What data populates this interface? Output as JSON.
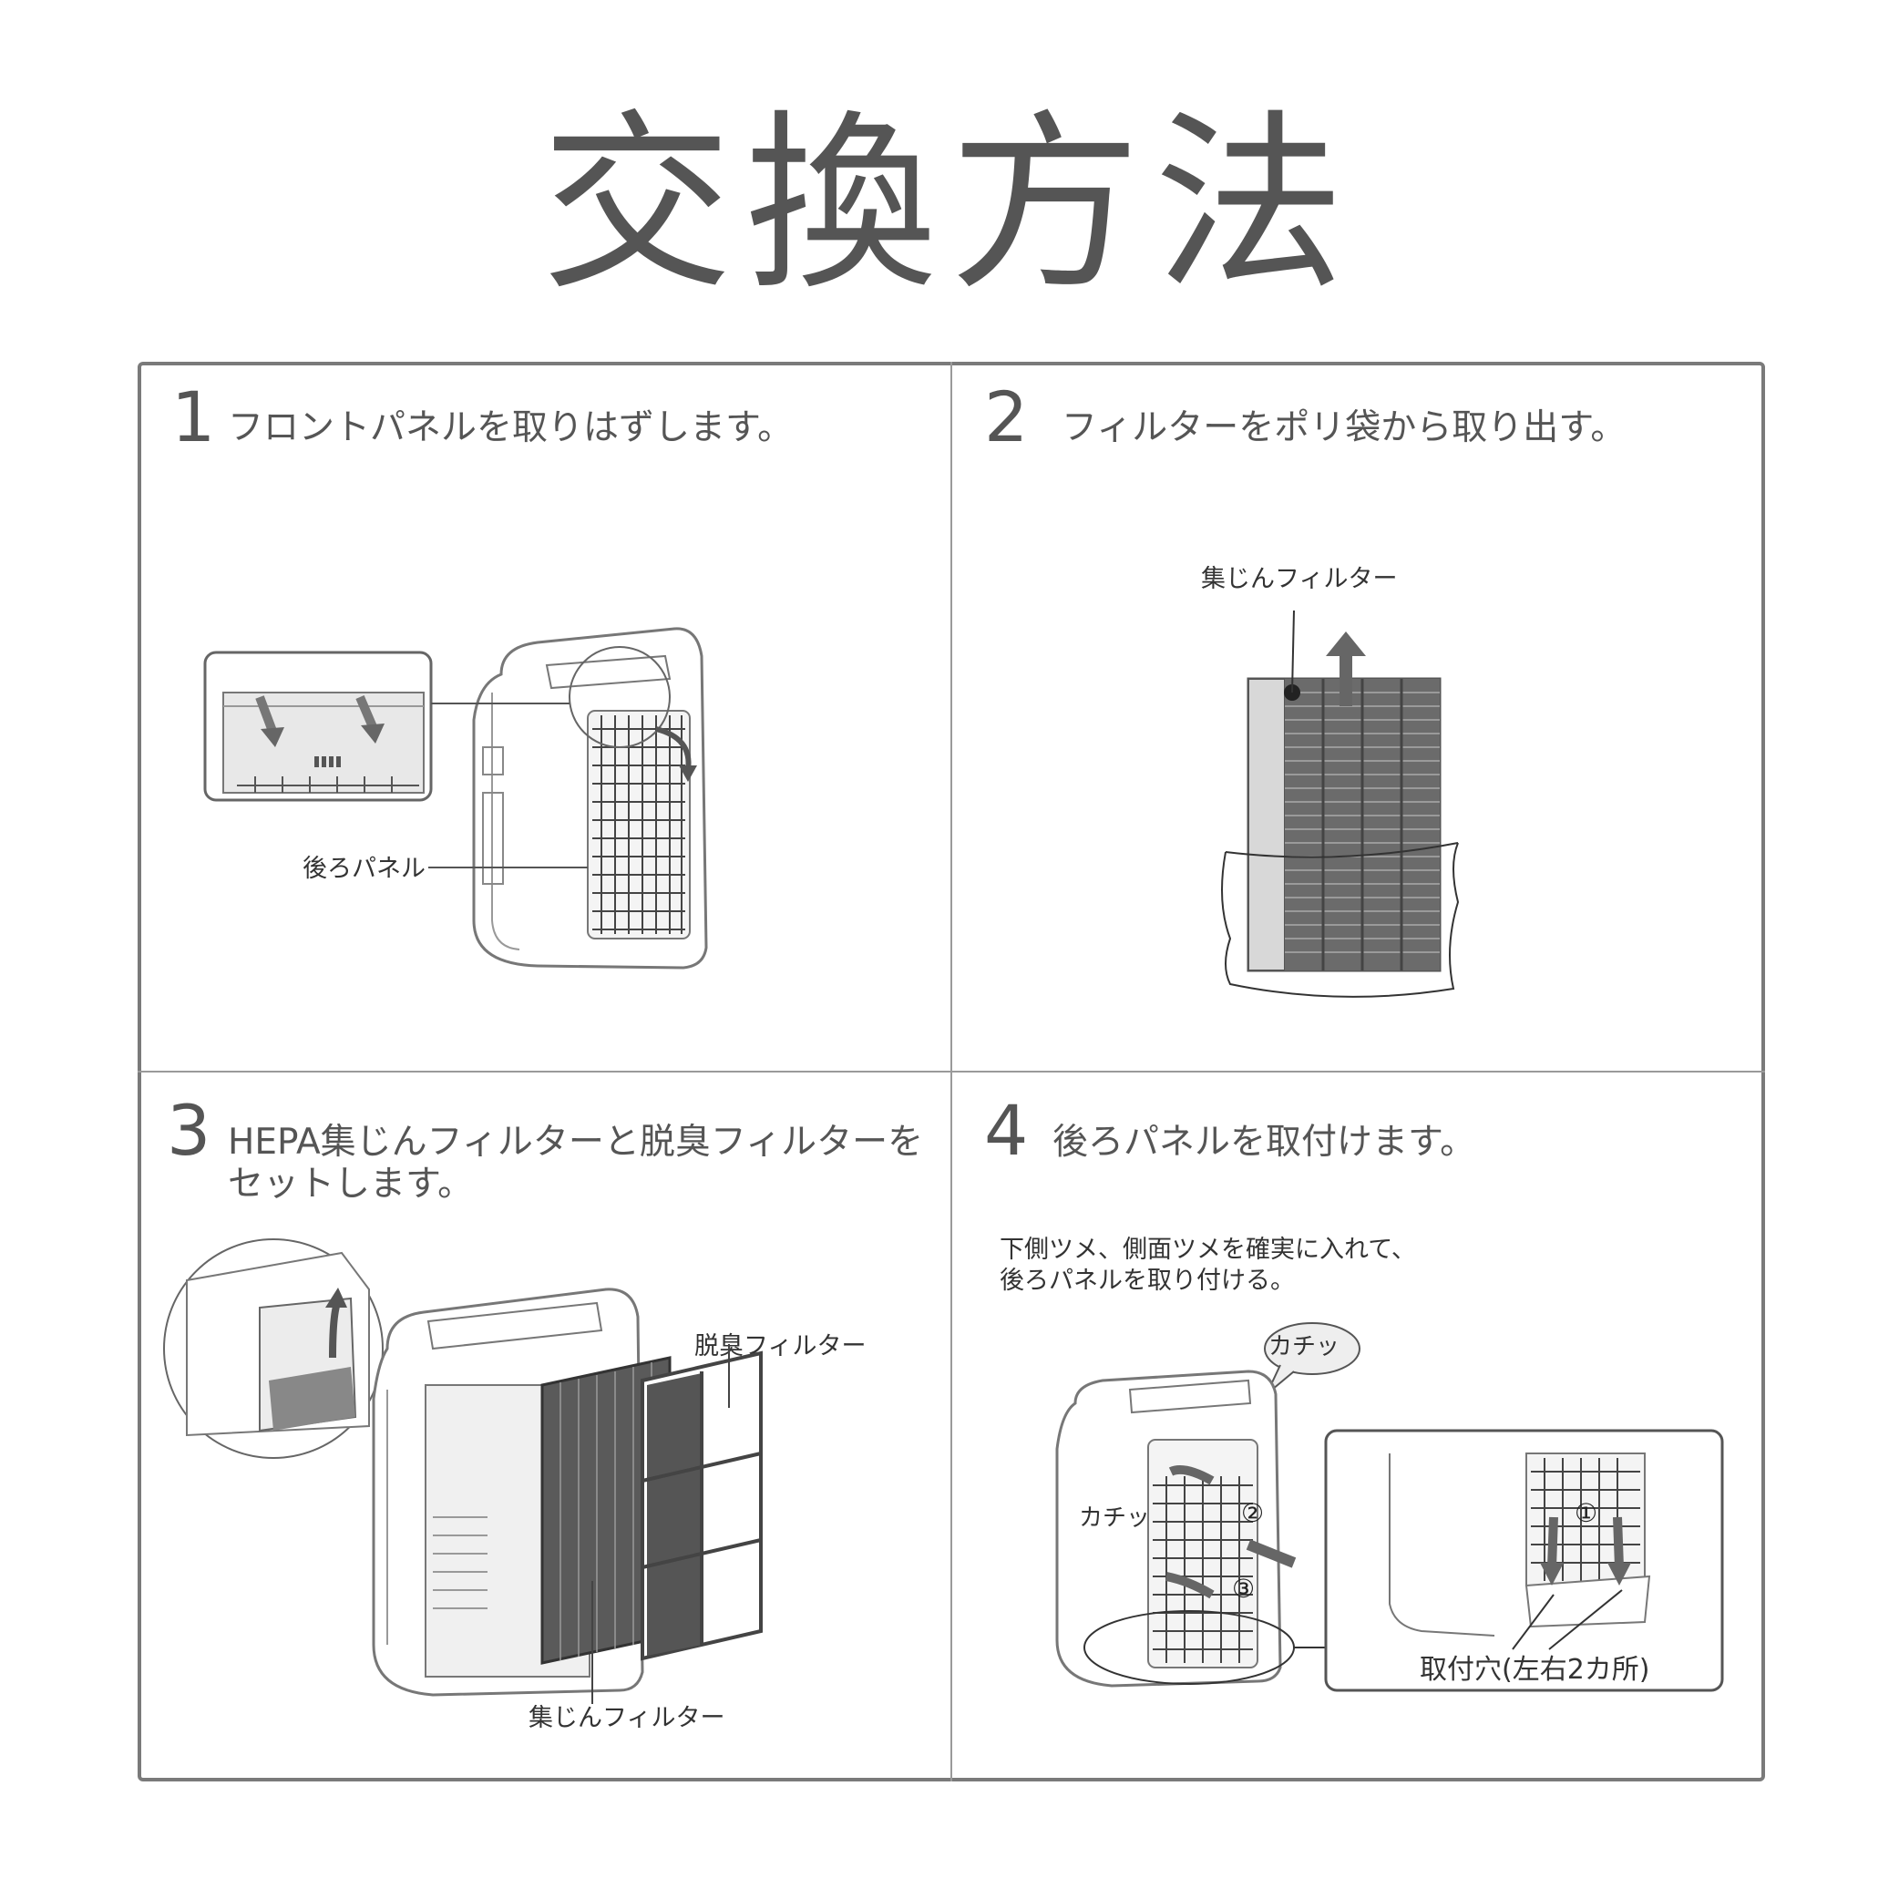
{
  "title": "交換方法",
  "steps": [
    {
      "number": "1",
      "text": "フロントパネルを取りはずします。",
      "labels": {
        "back_panel": "後ろパネル"
      }
    },
    {
      "number": "2",
      "text": "フィルターをポリ袋から取り出す。",
      "labels": {
        "dust_filter": "集じんフィルター"
      }
    },
    {
      "number": "3",
      "text_line1": "HEPA集じんフィルターと脱臭フィルターを",
      "text_line2": "セットします。",
      "labels": {
        "deodorizing_filter": "脱臭フィルター",
        "dust_filter": "集じんフィルター"
      }
    },
    {
      "number": "4",
      "text": "後ろパネルを取付けます。",
      "note_line1": "下側ツメ、側面ツメを確実に入れて、",
      "note_line2": "後ろパネルを取り付ける。",
      "labels": {
        "click_sound_1": "カチッ",
        "click_sound_2": "カチッ",
        "mounting_holes": "取付穴(左右2カ所)"
      },
      "markers": [
        "①",
        "②",
        "③"
      ]
    }
  ]
}
